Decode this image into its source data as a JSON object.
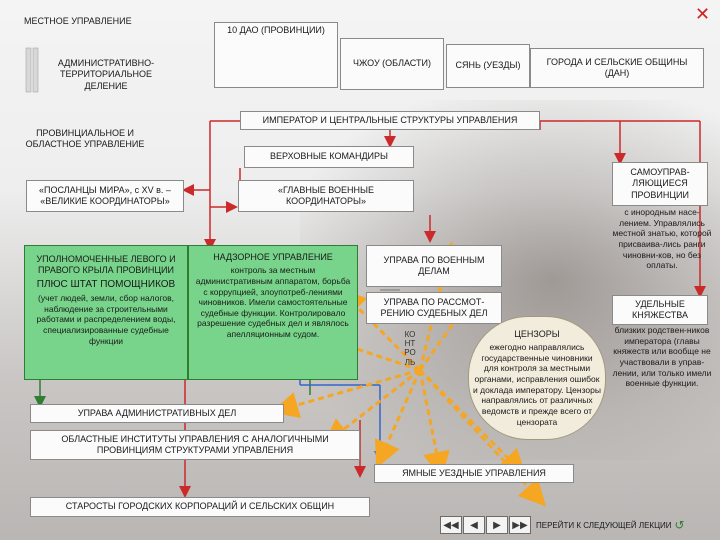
{
  "texts": {
    "mestnoe": "МЕСТНОЕ УПРАВЛЕНИЕ",
    "admin": "АДМИНИСТРАТИВНО-ТЕРРИТОРИАЛЬНОЕ ДЕЛЕНИЕ",
    "dao": "10 ДАО (ПРОВИНЦИИ)",
    "chzhou": "ЧЖОУ (ОБЛАСТИ)",
    "syan": "СЯНЬ (УЕЗДЫ)",
    "goroda": "ГОРОДА И СЕЛЬСКИЕ ОБЩИНЫ (ДАН)",
    "imperator": "ИМПЕРАТОР И ЦЕНТРАЛЬНЫЕ СТРУКТУРЫ УПРАВЛЕНИЯ",
    "provincialnoe": "ПРОВИНЦИАЛЬНОЕ И ОБЛАСТНОЕ УПРАВЛЕНИЕ",
    "verhovnye": "ВЕРХОВНЫЕ КОМАНДИРЫ",
    "posltsy": "«ПОСЛАНЦЫ МИРА», с XV в. – «ВЕЛИКИЕ КООРДИНАТОРЫ»",
    "glavnye": "«ГЛАВНЫЕ ВОЕННЫЕ КООРДИНАТОРЫ»",
    "samoupr": "САМОУПРАВ-ЛЯЮЩИЕСЯ ПРОВИНЦИИ",
    "samoupr_desc": "с инородным насе-лением. Управлялись местной знатью, которой присваива-лись ранги чиновни-ков, но без оплаты.",
    "upolnom": "УПОЛНОМОЧЕННЫЕ ЛЕВОГО И ПРАВОГО КРЫЛА ПРОВИНЦИИ",
    "plus": "ПЛЮС ШТАТ ПОМОЩНИКОВ",
    "plus_desc": "(учет людей, земли, сбор налогов, наблюдение за строительными работами и распределением воды, специализированные судебные функции",
    "nadzor": "НАДЗОРНОЕ УПРАВЛЕНИЕ",
    "nadzor_desc": "контроль за местным административным аппаратом, борьба с коррупцией, злоупотреб-лениями чиновников. Имели самостоятельные судебные функции. Контролировало разрешение судебных дел и являлось апелляционным судом.",
    "uprava_voen": "УПРАВА ПО ВОЕННЫМ ДЕЛАМ",
    "uprava_rassm": "УПРАВА ПО РАССМОТ-РЕНИЮ СУДЕБНЫХ ДЕЛ",
    "udelnye": "УДЕЛЬНЫЕ КНЯЖЕСТВА",
    "udelnye_desc": "близких родствен-ников императора (главы княжеств или вообще не участвовали в управ-лении, или только имели военные функции.",
    "kontrol": "КОНТРОЛЬ",
    "tsenzory": "ЦЕНЗОРЫ",
    "tsenzory_desc": "ежегодно направлялись государственные чиновники для контроля за местными органами, исправления ошибок и доклада императору. Цензоры направлялись от различных ведомств и прежде всего от цензората",
    "uprava_admin": "УПРАВА АДМИНИСТРАТИВНЫХ ДЕЛ",
    "oblastnye": "ОБЛАСТНЫЕ ИНСТИТУТЫ УПРАВЛЕНИЯ С АНАЛОГИЧНЫМИ ПРОВИНЦИЯМ СТРУКТУРАМИ УПРАВЛЕНИЯ",
    "yamnye": "ЯМНЫЕ УЕЗДНЫЕ УПРАВЛЕНИЯ",
    "starosty": "СТАРОСТЫ ГОРОДСКИХ КОРПОРАЦИЙ И СЕЛЬСКИХ ОБЩИН",
    "next": "ПЕРЕЙТИ К СЛЕДУЮЩЕЙ ЛЕКЦИИ"
  },
  "nav": {
    "first": "◀◀",
    "prev": "◀",
    "play": "▶",
    "next": "▶▶"
  },
  "colors": {
    "green": "#77d48a",
    "red_line": "#cc2a2a",
    "orange_arrow": "#f5a623",
    "blue_line": "#3366cc"
  }
}
